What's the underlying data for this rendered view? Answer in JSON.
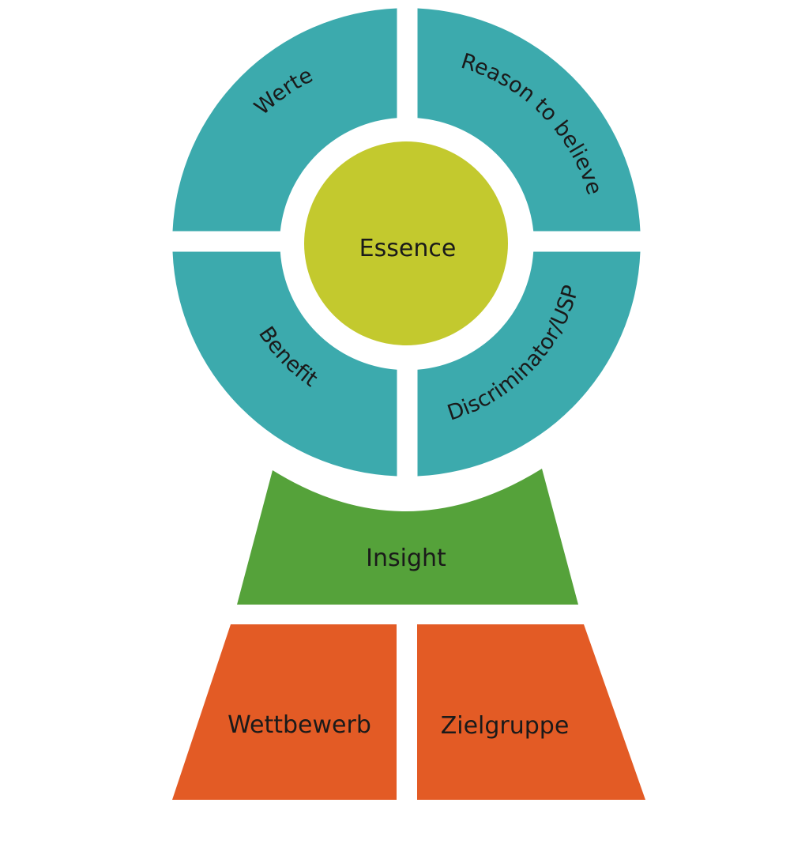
{
  "colors": {
    "ring": "#3CAAAD",
    "core": "#C3C92E",
    "insight": "#55A23A",
    "base": "#E35B25",
    "text": "#1a1a1a",
    "background": "#ffffff"
  },
  "wheel": {
    "core_label": "Essence",
    "segments": [
      {
        "label": "Werte"
      },
      {
        "label": "Reason to believe"
      },
      {
        "label": "Benefit"
      },
      {
        "label": "Discriminator/USP"
      }
    ]
  },
  "insight": {
    "label": "Insight"
  },
  "base": {
    "left_label": "Wettbewerb",
    "right_label": "Zielgruppe"
  }
}
